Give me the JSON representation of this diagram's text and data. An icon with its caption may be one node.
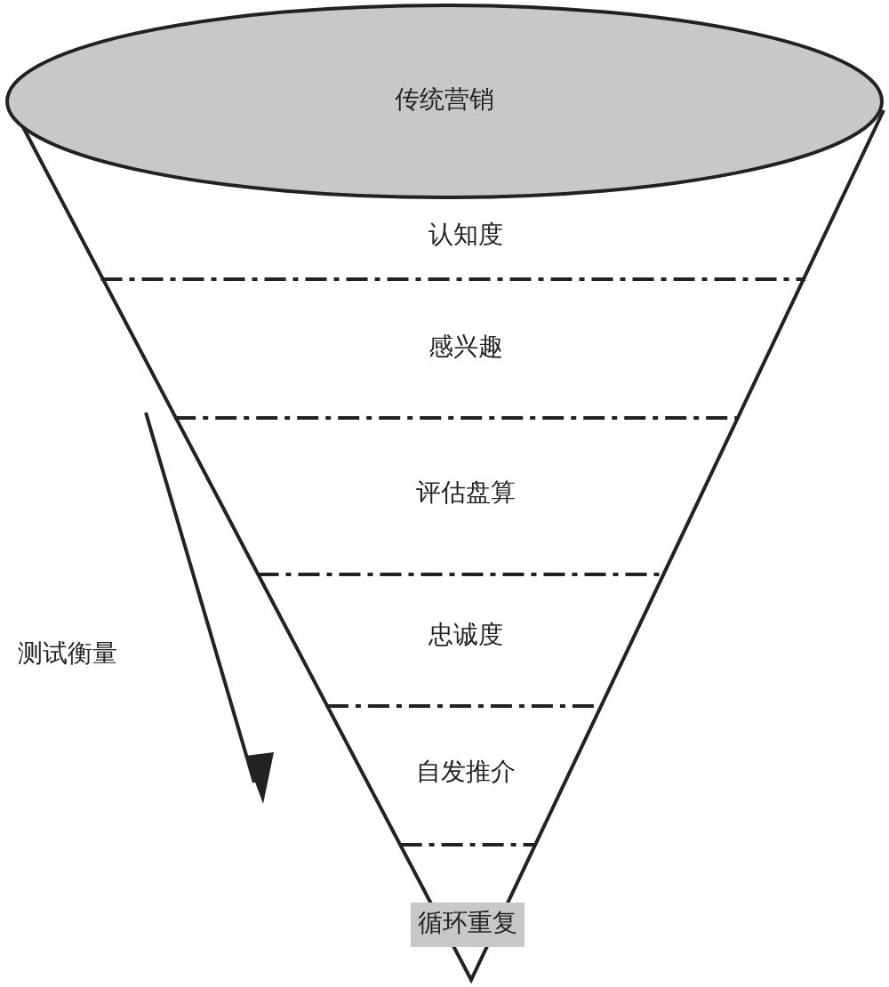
{
  "diagram": {
    "nodes": [
      {
        "text": [
          "传统营销"
        ]
      },
      {
        "text": [
          "认知度"
        ]
      },
      {
        "text": [
          "感兴趣"
        ]
      },
      {
        "text": [
          "评估盘算"
        ]
      },
      {
        "text": [
          "忠诚度"
        ]
      },
      {
        "text": [
          "自发推介"
        ]
      },
      {
        "text": [
          "循环重复"
        ]
      }
    ],
    "labels": [
      "测试衡量"
    ]
  }
}
